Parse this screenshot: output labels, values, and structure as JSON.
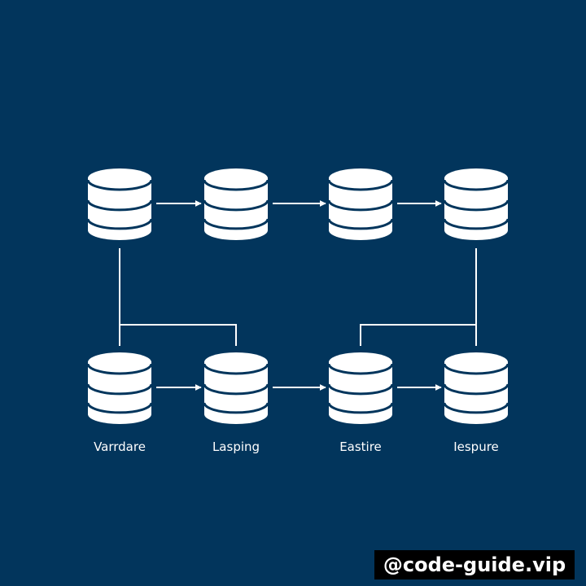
{
  "colors": {
    "background": "#02355c",
    "database": "#ffffff",
    "stripe": "#02355c",
    "connector": "#ffffff",
    "label": "#ffffff"
  },
  "diagram": {
    "nodes": [
      {
        "id": "db-1",
        "icon": "database-icon",
        "label": ""
      },
      {
        "id": "db-2",
        "icon": "database-icon",
        "label": ""
      },
      {
        "id": "db-3",
        "icon": "database-icon",
        "label": ""
      },
      {
        "id": "db-4",
        "icon": "database-icon",
        "label": ""
      },
      {
        "id": "db-5",
        "icon": "database-icon",
        "label": "Varrdare"
      },
      {
        "id": "db-6",
        "icon": "database-icon",
        "label": "Lasping"
      },
      {
        "id": "db-7",
        "icon": "database-icon",
        "label": "Eastire"
      },
      {
        "id": "db-8",
        "icon": "database-icon",
        "label": "Iespure"
      }
    ],
    "edges": [
      {
        "from": "db-1",
        "to": "db-2",
        "style": "arrow"
      },
      {
        "from": "db-2",
        "to": "db-3",
        "style": "arrow"
      },
      {
        "from": "db-3",
        "to": "db-4",
        "style": "arrow"
      },
      {
        "from": "db-5",
        "to": "db-6",
        "style": "arrow"
      },
      {
        "from": "db-6",
        "to": "db-7",
        "style": "arrow"
      },
      {
        "from": "db-7",
        "to": "db-8",
        "style": "arrow"
      },
      {
        "from": "db-1",
        "to": "db-6",
        "style": "elbow-line"
      },
      {
        "from": "db-4",
        "to": "db-7",
        "style": "elbow-line"
      }
    ]
  },
  "watermark": {
    "text": "@code-guide.vip"
  }
}
